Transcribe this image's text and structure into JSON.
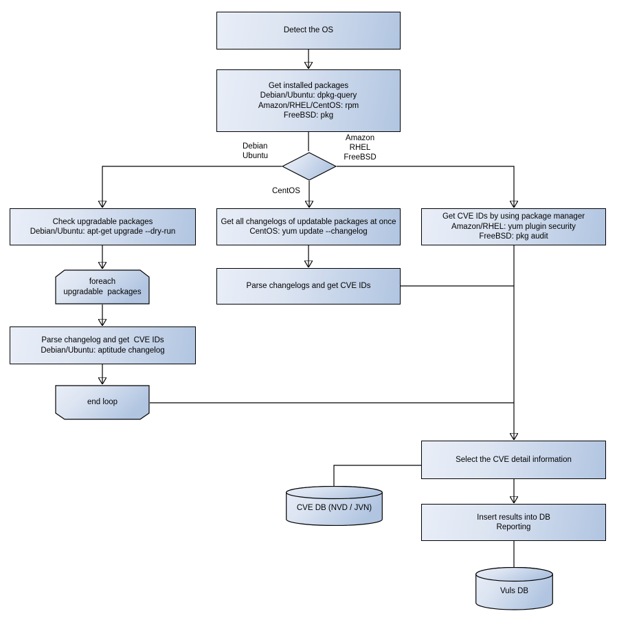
{
  "diagram": {
    "type": "flowchart",
    "palette": {
      "node_fill_light": "#e9eef8",
      "node_fill_dark": "#b1c5e1",
      "node_border": "#000000",
      "line_color": "#000000",
      "background": "#ffffff",
      "text_color": "#000000"
    }
  },
  "nodes": {
    "detect_os": {
      "label": "Detect the OS"
    },
    "get_installed_packages": {
      "label": "Get installed packages\nDebian/Ubuntu: dpkg-query\nAmazon/RHEL/CentOS: rpm\nFreeBSD: pkg"
    },
    "check_upgradable_packages": {
      "label": "Check upgradable packages\nDebian/Ubuntu: apt-get upgrade --dry-run"
    },
    "get_all_changelogs": {
      "label": "Get all changelogs of updatable packages at once\nCentOS: yum update --changelog"
    },
    "get_cve_ids_pkg_manager": {
      "label": "Get CVE IDs by using package manager\nAmazon/RHEL: yum plugin security\nFreeBSD: pkg audit"
    },
    "foreach_upgradable": {
      "label": "foreach\nupgradable  packages"
    },
    "parse_changelogs_cve": {
      "label": "Parse changelogs and get CVE IDs"
    },
    "parse_changelog_aptitude": {
      "label": "Parse changelog and get  CVE IDs\nDebian/Ubuntu: aptitude changelog"
    },
    "end_loop": {
      "label": "end loop"
    },
    "select_cve_detail": {
      "label": "Select the CVE detail information"
    },
    "cve_db": {
      "label": "CVE DB (NVD / JVN)"
    },
    "insert_results": {
      "label": "Insert results into DB\nReporting"
    },
    "vuls_db": {
      "label": "Vuls DB"
    }
  },
  "edge_labels": {
    "left_branch": "Debian\nUbuntu",
    "right_branch": "Amazon\nRHEL\nFreeBSD",
    "down_branch": "CentOS"
  }
}
